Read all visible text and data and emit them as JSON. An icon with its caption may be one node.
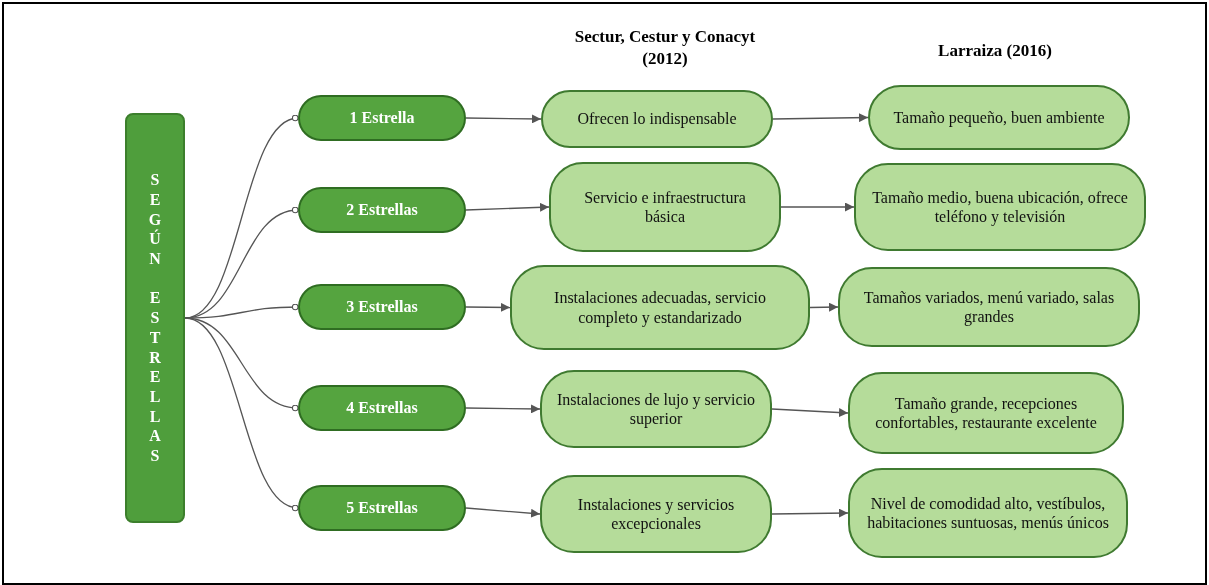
{
  "diagram": {
    "nodes": [
      {
        "text": [
          "SEGÚN ESTRELLAS"
        ]
      },
      {
        "text": [
          "1 Estrella"
        ]
      },
      {
        "text": [
          "Ofrecen lo indispensable"
        ]
      },
      {
        "text": [
          "Tamaño pequeño, buen ambiente"
        ]
      },
      {
        "text": [
          "2 Estrellas"
        ]
      },
      {
        "text": [
          "Servicio e infraestructura básica"
        ]
      },
      {
        "text": [
          "Tamaño medio, buena ubicación, ofrece teléfono y televisión"
        ]
      },
      {
        "text": [
          "3 Estrellas"
        ]
      },
      {
        "text": [
          "Instalaciones adecuadas, servicio completo y estandarizado"
        ]
      },
      {
        "text": [
          "Tamaños variados, menú variado, salas grandes"
        ]
      },
      {
        "text": [
          "4 Estrellas"
        ]
      },
      {
        "text": [
          "Instalaciones de lujo y servicio superior"
        ]
      },
      {
        "text": [
          "Tamaño grande, recepciones confortables, restaurante excelente"
        ]
      },
      {
        "text": [
          "5 Estrellas"
        ]
      },
      {
        "text": [
          "Instalaciones y servicios excepcionales"
        ]
      },
      {
        "text": [
          "Nivel de comodidad alto, vestíbulos, habitaciones suntuosas, menús únicos"
        ]
      }
    ],
    "edges": [
      {
        "from": 0,
        "to": 1,
        "arrow": "other"
      },
      {
        "from": 0,
        "to": 4,
        "arrow": "other"
      },
      {
        "from": 0,
        "to": 7,
        "arrow": "other"
      },
      {
        "from": 0,
        "to": 10,
        "arrow": "other"
      },
      {
        "from": 0,
        "to": 13,
        "arrow": "other"
      },
      {
        "from": 1,
        "to": 2,
        "arrow": "to"
      },
      {
        "from": 2,
        "to": 3,
        "arrow": "to"
      },
      {
        "from": 4,
        "to": 5,
        "arrow": "to"
      },
      {
        "from": 5,
        "to": 6,
        "arrow": "to"
      },
      {
        "from": 7,
        "to": 8,
        "arrow": "to"
      },
      {
        "from": 8,
        "to": 9,
        "arrow": "to"
      },
      {
        "from": 10,
        "to": 11,
        "arrow": "to"
      },
      {
        "from": 11,
        "to": 12,
        "arrow": "to"
      },
      {
        "from": 13,
        "to": 14,
        "arrow": "to"
      },
      {
        "from": 14,
        "to": 15,
        "arrow": "to"
      }
    ],
    "labels": [
      "Sectur, Cestur y Conacyt (2012)",
      "Larraiza (2016)"
    ]
  }
}
